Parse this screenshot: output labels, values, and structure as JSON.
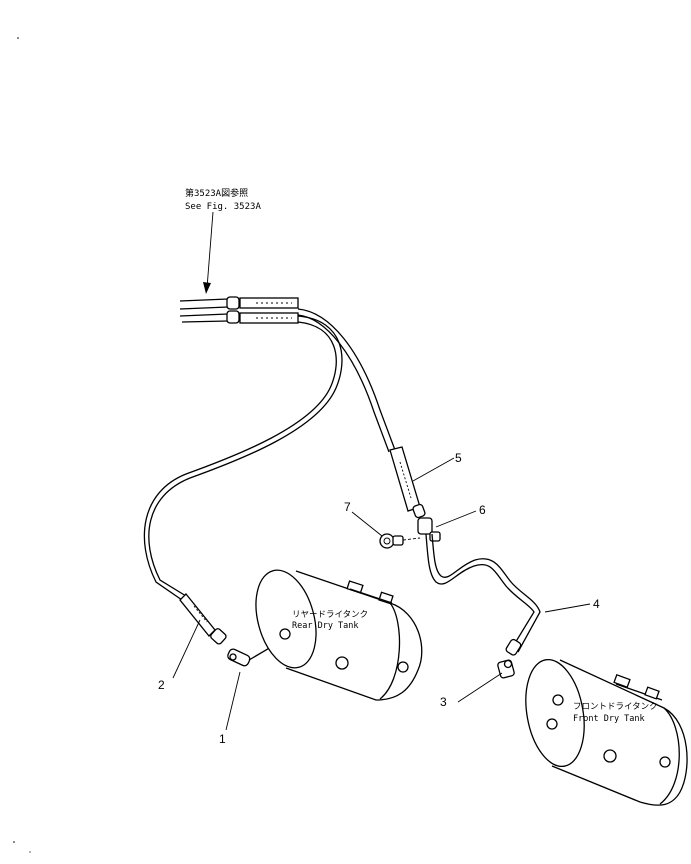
{
  "reference": {
    "japanese": "第3523A図参照",
    "english": "See Fig. 3523A"
  },
  "tanks": {
    "rear": {
      "japanese": "リヤードライタンク",
      "english": "Rear Dry Tank"
    },
    "front": {
      "japanese": "フロントドライタンク",
      "english": "Front Dry Tank"
    }
  },
  "callouts": [
    "1",
    "2",
    "3",
    "4",
    "5",
    "6",
    "7"
  ]
}
